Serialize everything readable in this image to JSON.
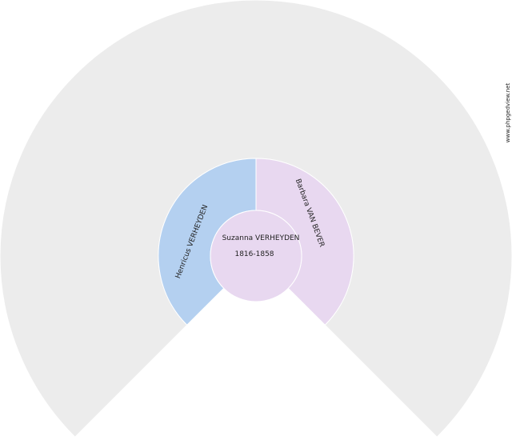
{
  "chart": {
    "center_person": {
      "name": "Suzanna VERHEYDEN",
      "dates": "1816-1858",
      "color": "#e8d8f0"
    },
    "father": {
      "name": "Henricus VERHEYDEN",
      "color": "#b4d0f0"
    },
    "mother": {
      "name": "Barbara VAN BEVER",
      "color": "#e8d8f0"
    },
    "outer_ring_color": "#ececec",
    "border_color": "#ffffff"
  },
  "credit": "www.phpgedview.net"
}
